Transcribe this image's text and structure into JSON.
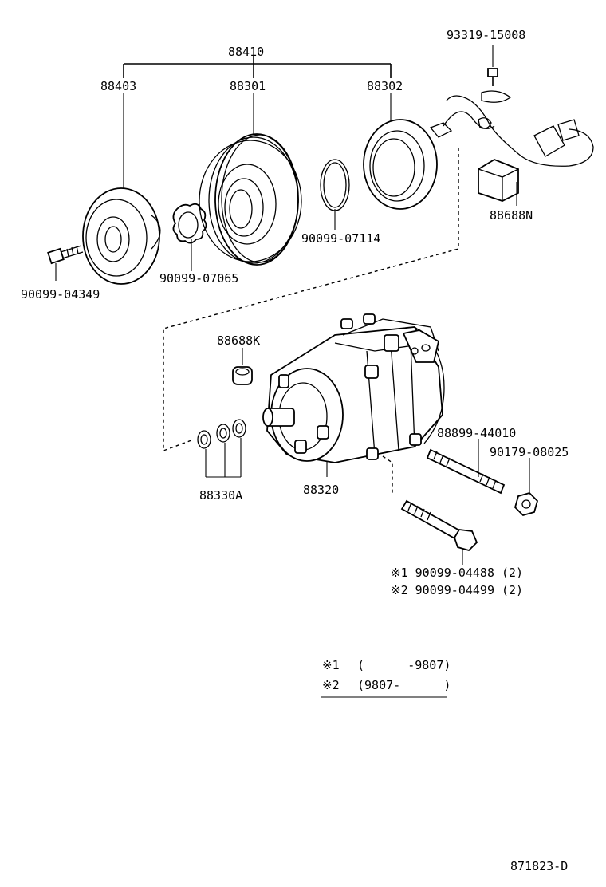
{
  "labels": {
    "assembly": "88410",
    "hub": "88403",
    "pulley": "88301",
    "coil": "88302",
    "bolt_hub": "90099-04349",
    "shim": "90099-07065",
    "snap_ring": "90099-07114",
    "screw": "93319-15008",
    "bracket": "88688N",
    "valve": "88688K",
    "compressor": "88320",
    "orings": "88330A",
    "stud": "88899-44010",
    "nut": "90179-08025",
    "bolt1": "※1 90099-04488 (2)",
    "bolt2": "※2 90099-04499 (2)",
    "note1_mark": "※1",
    "note1_range": "(      -9807)",
    "note2_mark": "※2",
    "note2_range": "(9807-      )",
    "figure_id": "871823-D"
  }
}
